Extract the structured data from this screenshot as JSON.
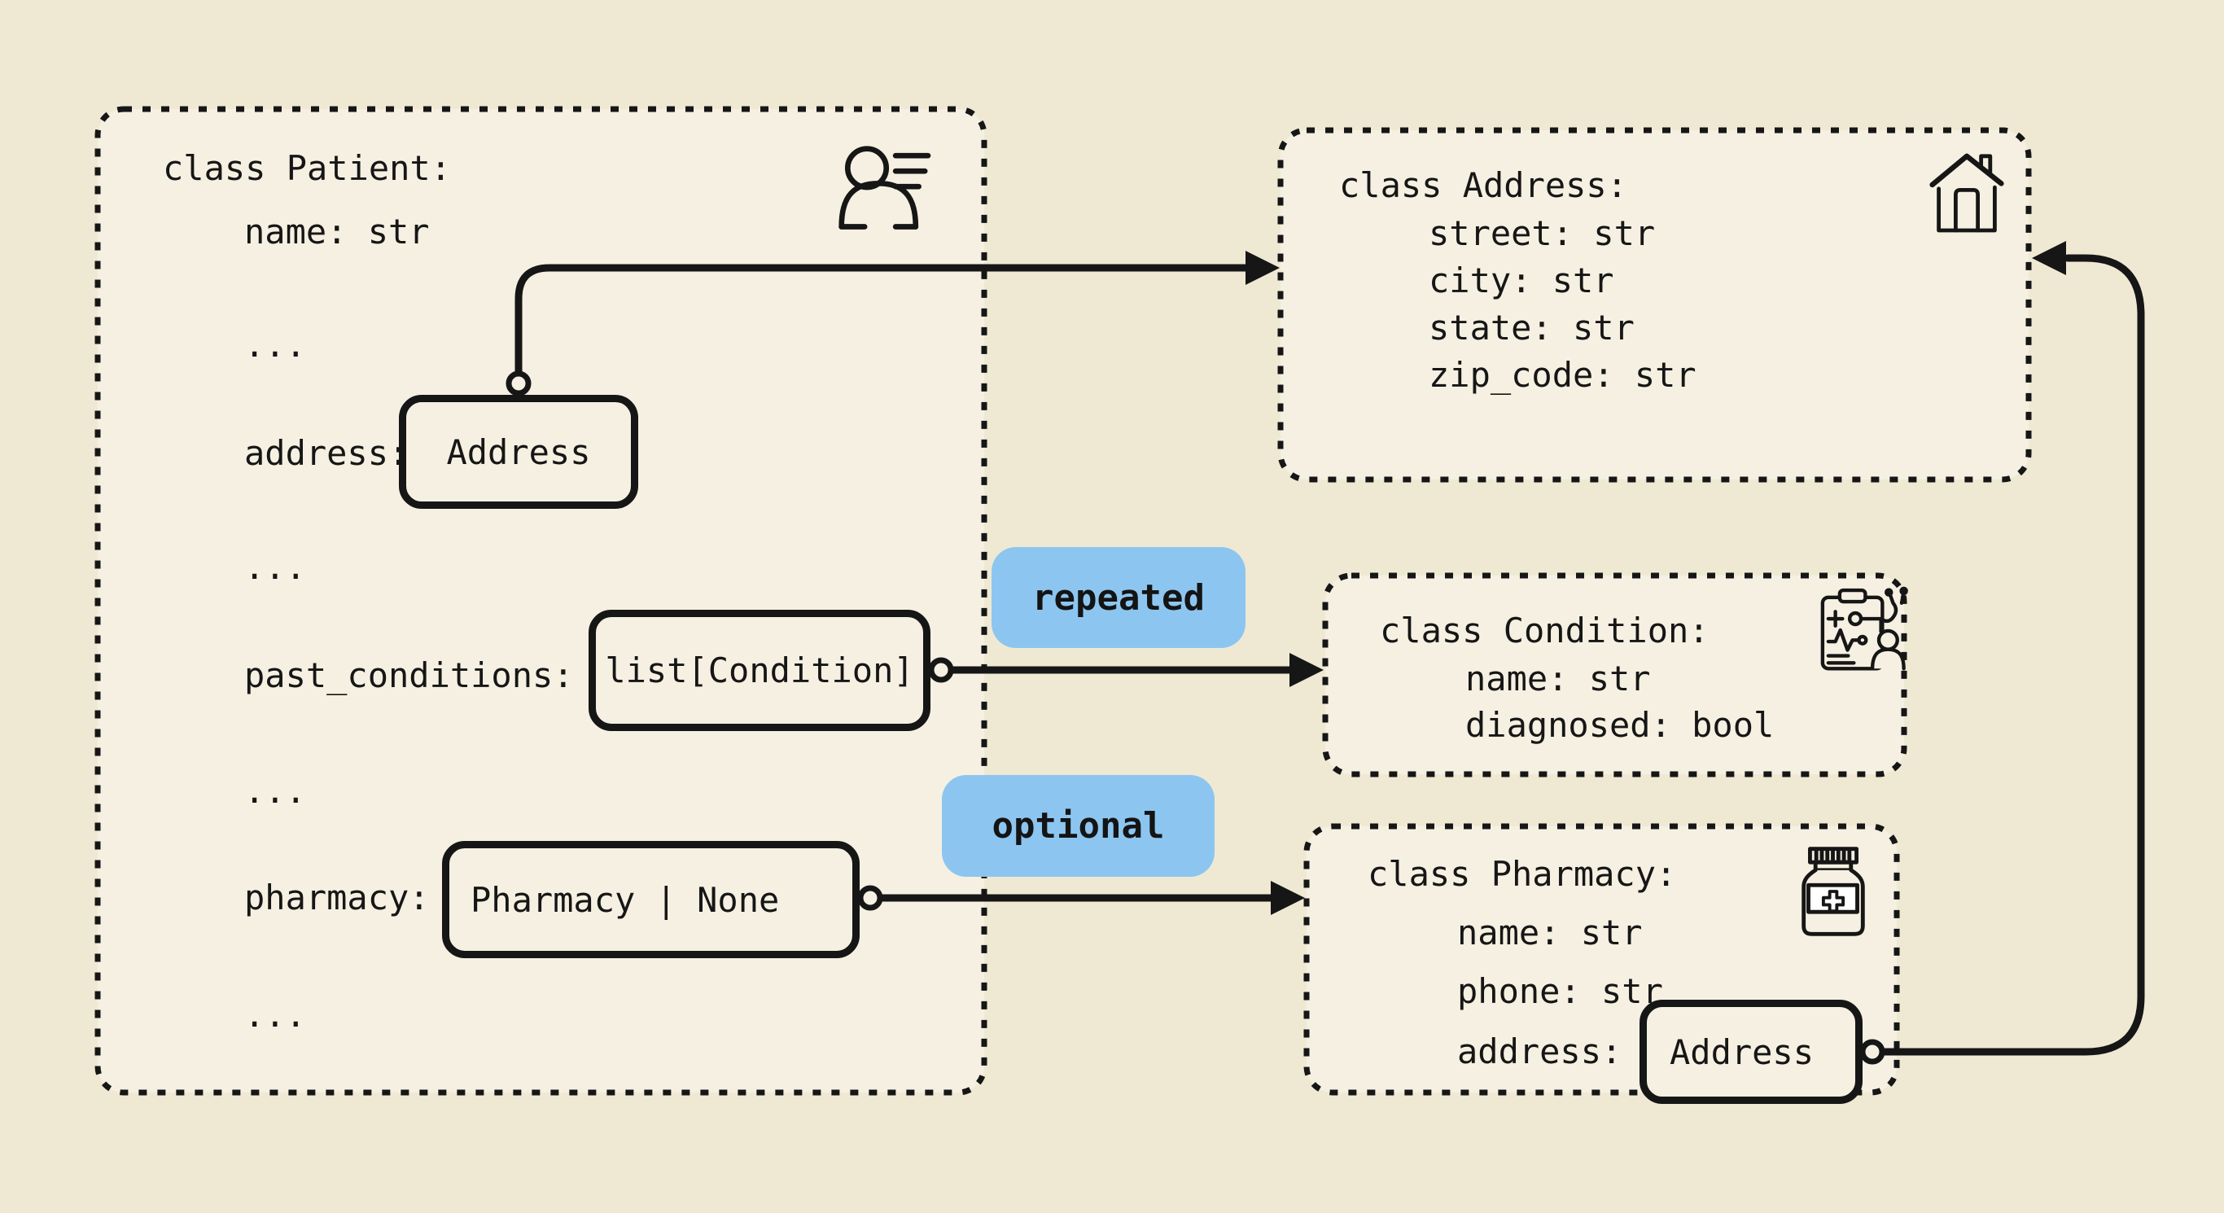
{
  "palette": {
    "background": "#efe9d4",
    "panel_fill": "#f5f0e1",
    "ink": "#161616",
    "badge_blue": "#8cc6f0"
  },
  "patient": {
    "title": "class Patient:",
    "icon": "person-details-icon",
    "rows": [
      {
        "kind": "field",
        "label": "name: str"
      },
      {
        "kind": "ellipsis",
        "label": "..."
      },
      {
        "kind": "ref",
        "label": "address:",
        "value": "Address"
      },
      {
        "kind": "ellipsis",
        "label": "..."
      },
      {
        "kind": "ref",
        "label": "past_conditions:",
        "value": "list[Condition]"
      },
      {
        "kind": "ellipsis",
        "label": "..."
      },
      {
        "kind": "ref",
        "label": "pharmacy:",
        "value": "Pharmacy | None"
      },
      {
        "kind": "ellipsis",
        "label": "..."
      }
    ]
  },
  "address": {
    "title": "class Address:",
    "icon": "house-icon",
    "fields": [
      "street: str",
      "city: str",
      "state: str",
      "zip_code: str"
    ]
  },
  "condition": {
    "title": "class Condition:",
    "icon": "medical-clipboard-icon",
    "fields": [
      "name: str",
      "diagnosed: bool"
    ]
  },
  "pharmacy": {
    "title": "class Pharmacy:",
    "icon": "pill-bottle-icon",
    "fields": [
      "name: str",
      "phone: str"
    ],
    "address_row": {
      "label": "address:",
      "value": "Address"
    }
  },
  "badges": {
    "repeated": "repeated",
    "optional": "optional"
  }
}
